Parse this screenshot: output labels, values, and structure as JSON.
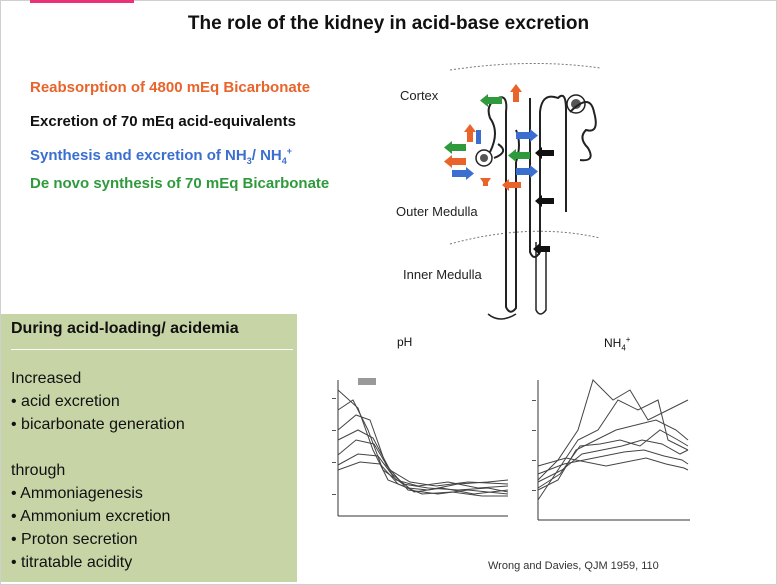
{
  "title": "The role of the kidney in acid-base excretion",
  "bullets": {
    "reabsorption": "Reabsorption of 4800 mEq Bicarbonate",
    "excretion": "Excretion of 70 mEq acid-equivalents",
    "synthesis_text": "Synthesis and excretion of NH",
    "synthesis_sub": "3",
    "synthesis_mid": "/ NH",
    "synthesis_sub2": "4",
    "synthesis_sup": "+",
    "denovo": "De novo synthesis of 70 mEq Bicarbonate"
  },
  "diagram": {
    "cortex": "Cortex",
    "outer_medulla": "Outer Medulla",
    "inner_medulla": "Inner Medulla"
  },
  "panel": {
    "heading": "During acid-loading/ acidemia",
    "increased": "Increased",
    "items1": [
      "• acid excretion",
      "• bicarbonate generation"
    ],
    "through": "through",
    "items2": [
      "• Ammoniagenesis",
      "• Ammonium excretion",
      "• Proton secretion",
      "• titratable acidity"
    ]
  },
  "charts": {
    "ph_label": "pH",
    "nh4_label": "NH",
    "nh4_sub": "4",
    "nh4_sup": "+",
    "citation": "Wrong and Davies, QJM 1959, 110"
  },
  "colors": {
    "orange": "#e8642a",
    "blue": "#3a6fd0",
    "green": "#2f9a3c",
    "panel": "#c6d4a6"
  }
}
